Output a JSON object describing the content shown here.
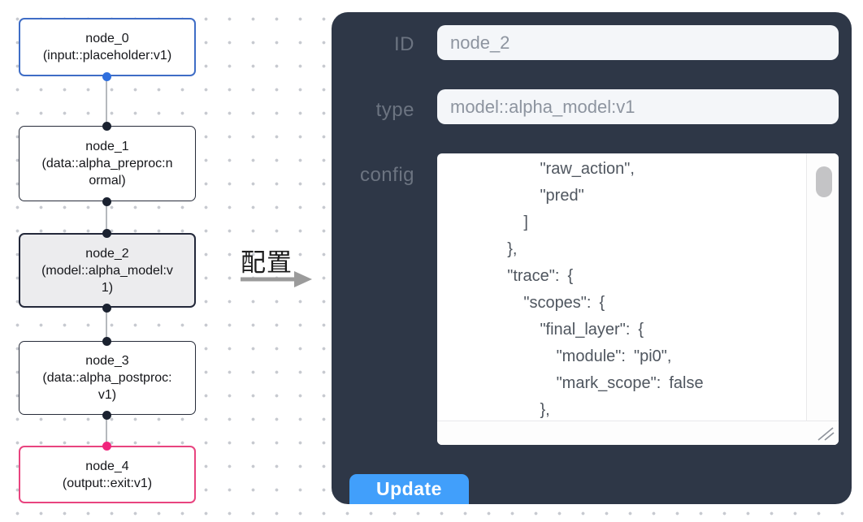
{
  "flow": {
    "selected_node": "node_2",
    "nodes": [
      {
        "id": "node_0",
        "type_label": "(input::placeholder:v1)",
        "role": "input",
        "border_color": "#3f6dc6"
      },
      {
        "id": "node_1",
        "type_label": "(data::alpha_preproc:normal)",
        "role": "processor",
        "border_color": "#272c3a"
      },
      {
        "id": "node_2",
        "type_label": "(model::alpha_model:v1)",
        "role": "model-selected",
        "border_color": "#23283a",
        "fill": "#ececee"
      },
      {
        "id": "node_3",
        "type_label": "(data::alpha_postproc:v1)",
        "role": "processor",
        "border_color": "#272c3a"
      },
      {
        "id": "node_4",
        "type_label": "(output::exit:v1)",
        "role": "output",
        "border_color": "#e8447f"
      }
    ],
    "edges": [
      [
        "node_0",
        "node_1"
      ],
      [
        "node_1",
        "node_2"
      ],
      [
        "node_2",
        "node_3"
      ],
      [
        "node_3",
        "node_4"
      ]
    ],
    "port_colors": {
      "default": "#1b2230",
      "input_source": "#2f6fde",
      "output_target": "#f0247c"
    }
  },
  "transfer": {
    "label": "配置",
    "arrow_color": "#9b9b9b"
  },
  "panel": {
    "bg_color": "#2e3747",
    "fields": [
      {
        "label": "ID",
        "value": "node_2"
      },
      {
        "label": "type",
        "value": "model::alpha_model:v1"
      }
    ],
    "config": {
      "label": "config",
      "value": "        \"raw_action\",\n        \"pred\"\n      ]\n    },\n    \"trace\": {\n      \"scopes\": {\n        \"final_layer\": {\n          \"module\": \"pi0\",\n          \"mark_scope\": false\n        },\n        \"action_model\": {"
    },
    "update_button": "Update",
    "button_color": "#419ffb"
  }
}
